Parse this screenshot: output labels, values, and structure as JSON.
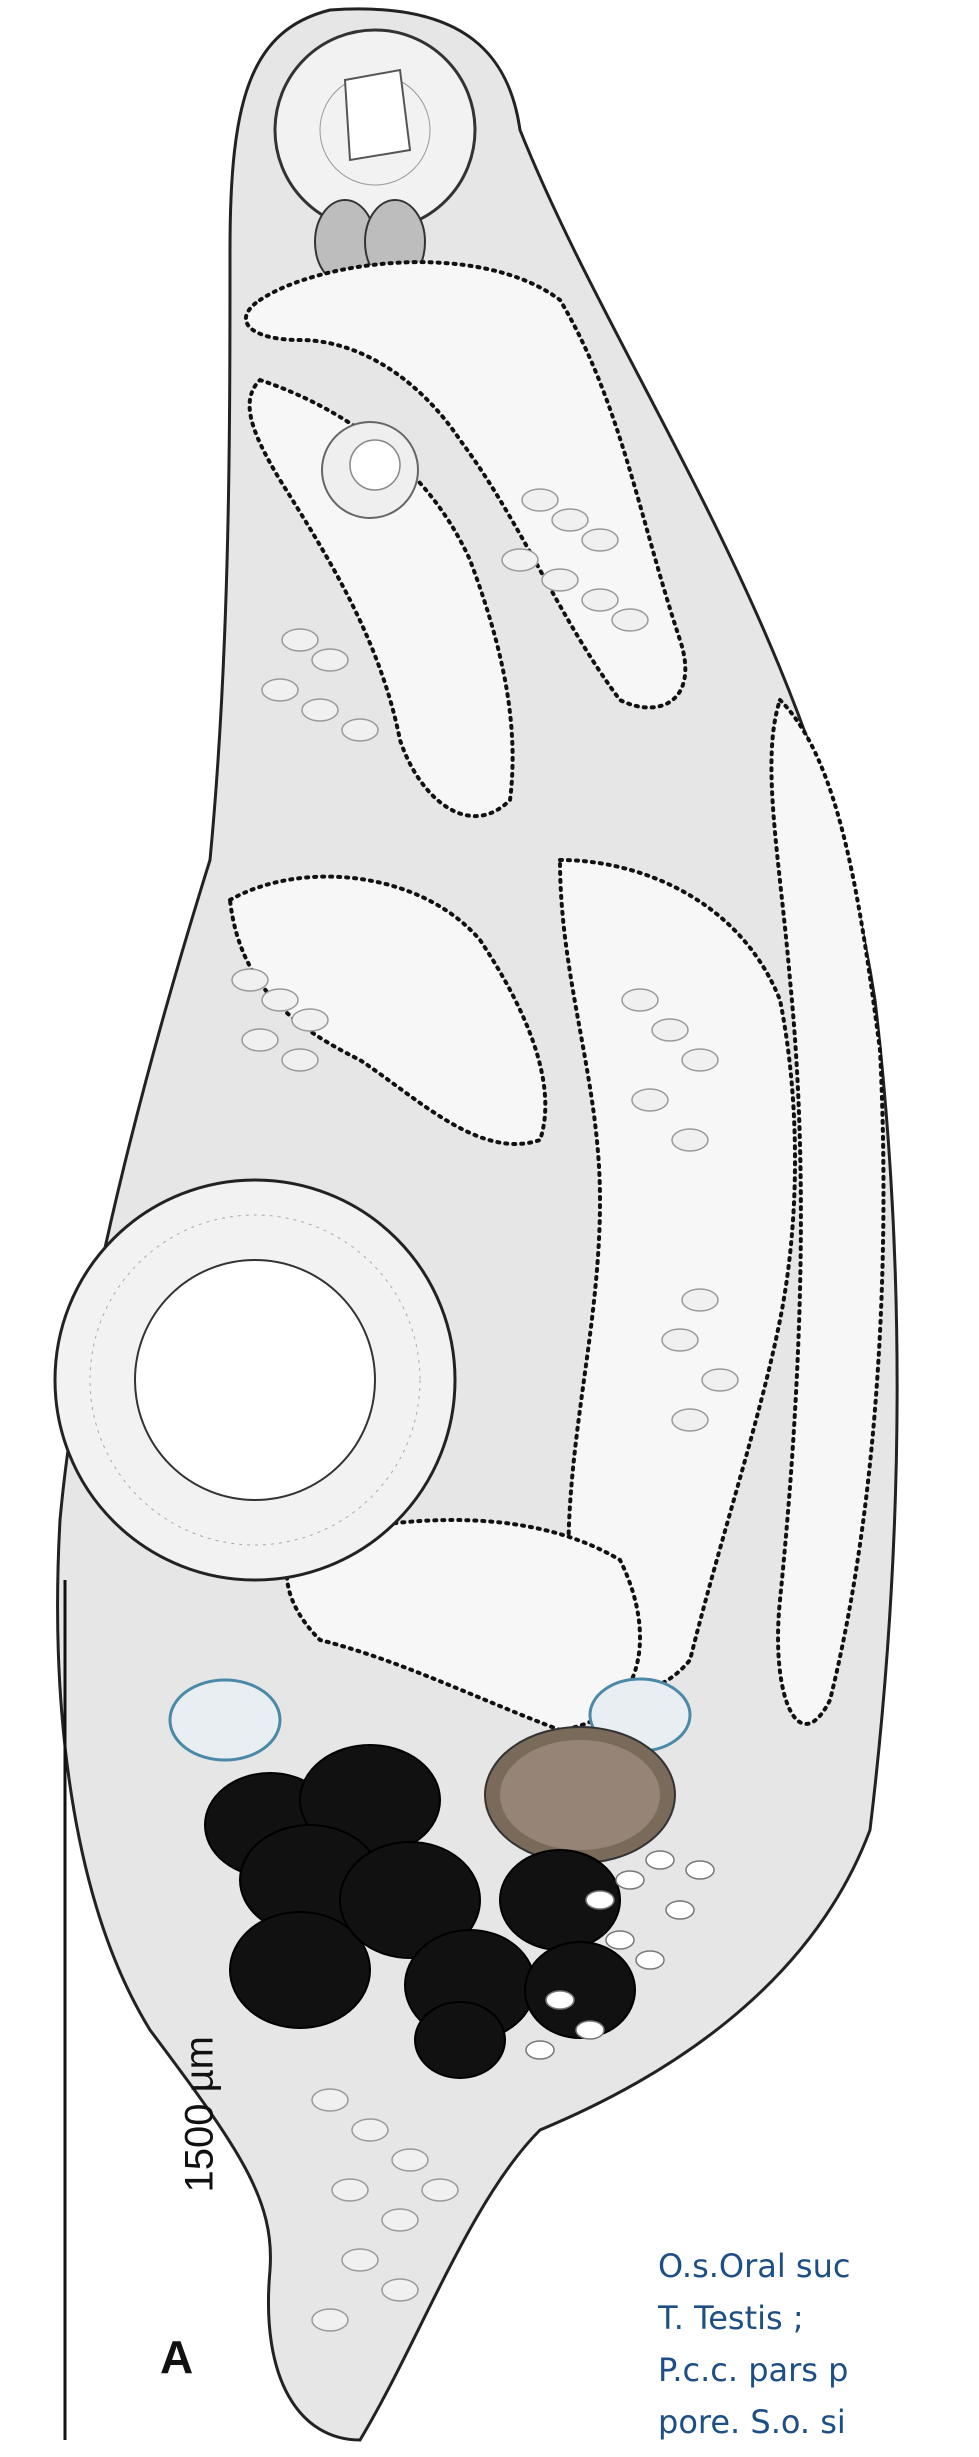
{
  "figure": {
    "panel_letter": "A",
    "scale_bar_label": "1500 µm"
  },
  "caption": {
    "lines": [
      "O.s.Oral suc",
      "T. Testis ;",
      "P.c.c. pars p",
      "pore. S.o. si"
    ]
  },
  "colors": {
    "body_fill": "#e6e6e6",
    "organ_fill": "#f7f7f7",
    "vitelline_stroke": "#9a9a9a",
    "testis_fill": "#111111",
    "caption_text": "#1d4f86"
  },
  "icons": [
    "oral-sucker-icon",
    "ventral-sucker-icon",
    "testes-icon",
    "ovary-icon"
  ]
}
